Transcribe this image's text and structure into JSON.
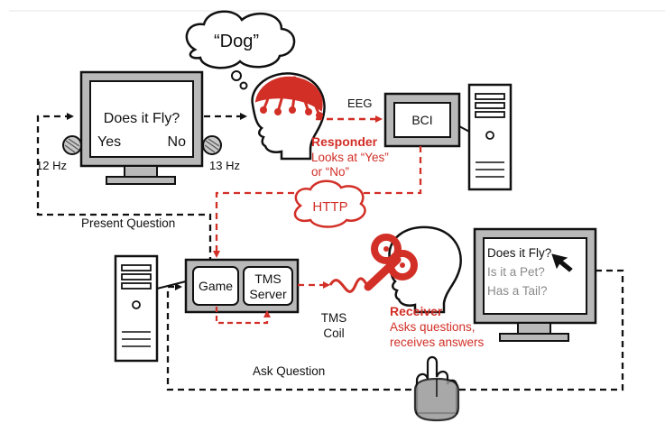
{
  "thought_word": "“Dog”",
  "left_monitor": {
    "question": "Does it Fly?",
    "yes": "Yes",
    "no": "No",
    "left_freq": "12 Hz",
    "right_freq": "13 Hz"
  },
  "eeg_label": "EEG",
  "bci_label": "BCI",
  "responder": {
    "title": "Responder",
    "line1": "Looks at “Yes”",
    "line2": "or “No”"
  },
  "http_label": "HTTP",
  "present_question": "Present Question",
  "game_label": "Game",
  "tms_server": {
    "line1": "TMS",
    "line2": "Server"
  },
  "tms_coil": {
    "line1": "TMS",
    "line2": "Coil"
  },
  "receiver": {
    "title": "Receiver",
    "line1": "Asks questions,",
    "line2": "receives answers"
  },
  "right_monitor": {
    "q1": "Does it Fly?",
    "q2": "Is it a Pet?",
    "q3": "Has a Tail?"
  },
  "ask_question": "Ask Question",
  "colors": {
    "red": "#d22f27",
    "black": "#111111",
    "gray_text": "#8a8a8a",
    "monitor_gray": "#b9b9b9"
  }
}
